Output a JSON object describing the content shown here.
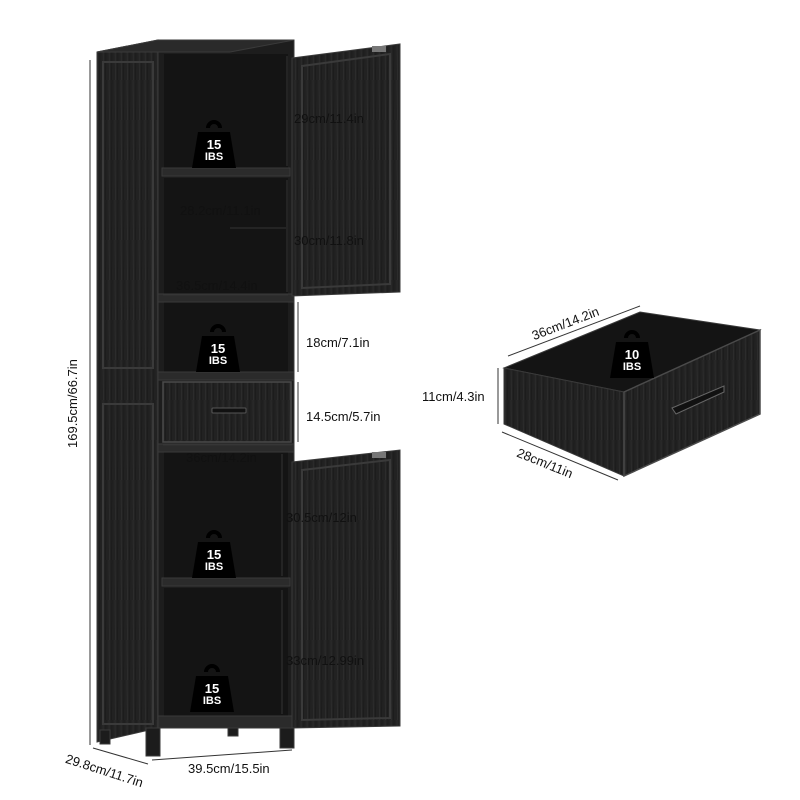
{
  "colors": {
    "cabinet": "#1c1c1c",
    "panel": "#262626",
    "edge": "#3a3a3a",
    "interior": "#161616",
    "dim_line": "#333333"
  },
  "cabinet": {
    "height_label": "169.5cm/66.7in",
    "depth_label": "29.8cm/11.7in",
    "width_label": "39.5cm/15.5in",
    "compartments": [
      {
        "height_label": "29cm/11.4in",
        "load": "15",
        "unit": "IBS"
      },
      {
        "height_label": "30cm/11.8in",
        "depth_label": "28.2cm/11.1in",
        "width_label": "36.5cm/14.4in"
      },
      {
        "height_label": "18cm/7.1in",
        "load": "15",
        "unit": "IBS"
      },
      {
        "height_label": "14.5cm/5.7in",
        "width_label": "36cm/14.2in"
      },
      {
        "height_label": "30.5cm/12in",
        "load": "15",
        "unit": "IBS"
      },
      {
        "height_label": "33cm/12.99in",
        "load": "15",
        "unit": "IBS"
      }
    ]
  },
  "drawer": {
    "width_label": "36cm/14.2in",
    "height_label": "11cm/4.3in",
    "depth_label": "28cm/11in",
    "load": "10",
    "unit": "IBS"
  }
}
